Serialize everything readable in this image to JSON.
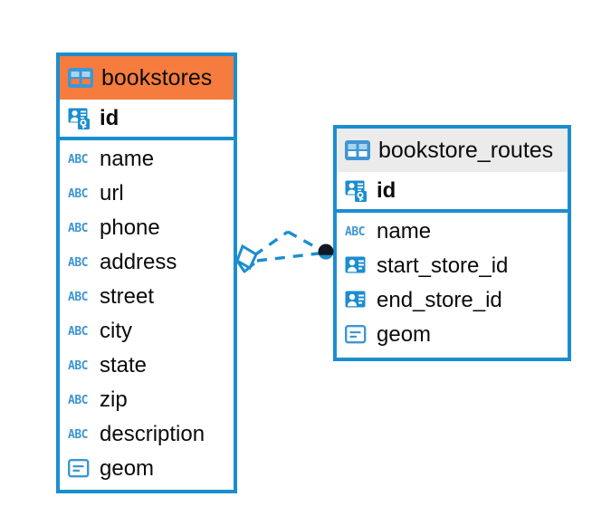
{
  "diagram": {
    "type": "entity-relationship-diagram",
    "background_color": "#ffffff",
    "accent_color": "#1b8ed0",
    "highlight_color": "#f57c3e",
    "neutral_header_color": "#ebebeb"
  },
  "entities": [
    {
      "name": "bookstores",
      "header_style": "accent",
      "table_icon": "table-icon",
      "primary_key": {
        "label": "id",
        "icon": "primary-key-icon"
      },
      "fields": [
        {
          "label": "name",
          "icon": "abc-icon",
          "icon_text": "ABC"
        },
        {
          "label": "url",
          "icon": "abc-icon",
          "icon_text": "ABC"
        },
        {
          "label": "phone",
          "icon": "abc-icon",
          "icon_text": "ABC"
        },
        {
          "label": "address",
          "icon": "abc-icon",
          "icon_text": "ABC"
        },
        {
          "label": "street",
          "icon": "abc-icon",
          "icon_text": "ABC"
        },
        {
          "label": "city",
          "icon": "abc-icon",
          "icon_text": "ABC"
        },
        {
          "label": "state",
          "icon": "abc-icon",
          "icon_text": "ABC"
        },
        {
          "label": "zip",
          "icon": "abc-icon",
          "icon_text": "ABC"
        },
        {
          "label": "description",
          "icon": "abc-icon",
          "icon_text": "ABC"
        },
        {
          "label": "geom",
          "icon": "geometry-icon"
        }
      ]
    },
    {
      "name": "bookstore_routes",
      "header_style": "neutral",
      "table_icon": "table-icon",
      "primary_key": {
        "label": "id",
        "icon": "primary-key-icon"
      },
      "fields": [
        {
          "label": "name",
          "icon": "abc-icon",
          "icon_text": "ABC"
        },
        {
          "label": "start_store_id",
          "icon": "foreign-key-icon"
        },
        {
          "label": "end_store_id",
          "icon": "foreign-key-icon"
        },
        {
          "label": "geom",
          "icon": "geometry-icon"
        }
      ]
    }
  ],
  "relationship": {
    "from_entity": "bookstores",
    "to_entity": "bookstore_routes",
    "line_style": "dashed",
    "line_color": "#1b8ed0",
    "source_marker": "diamond-marker",
    "target_marker": "filled-circle-marker"
  }
}
